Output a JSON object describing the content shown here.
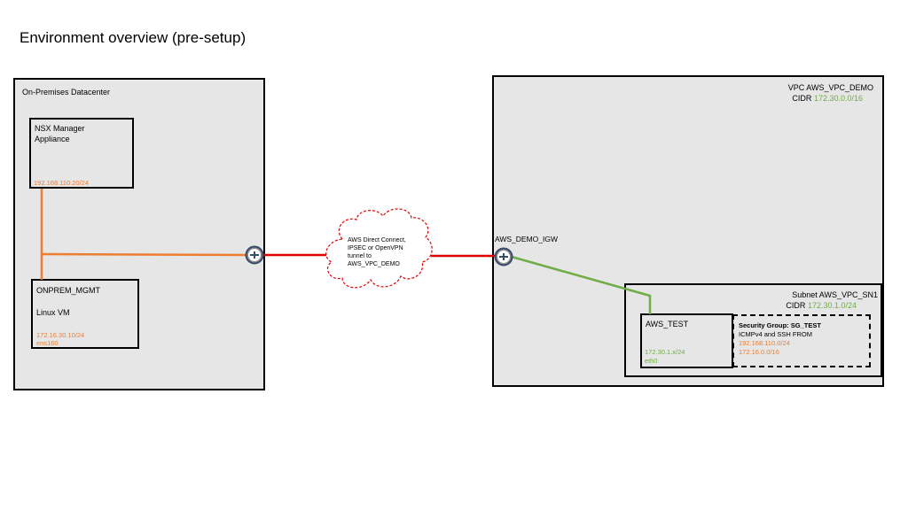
{
  "page": {
    "title": "Environment overview (pre-setup)"
  },
  "onprem": {
    "title": "On-Premises Datacenter",
    "nsx": {
      "name_line1": "NSX Manager",
      "name_line2": "Appliance",
      "ip": "192.168.110.20/24"
    },
    "mgmt": {
      "name": "ONPREM_MGMT",
      "desc": "Linux VM",
      "ip": "172.16.30.10/24",
      "iface": "ens160"
    }
  },
  "cloud": {
    "line1": "AWS Direct Connect,",
    "line2": "IPSEC or OpenVPN",
    "line3": "tunnel to",
    "line4": "AWS_VPC_DEMO"
  },
  "vpc": {
    "title": "VPC AWS_VPC_DEMO",
    "cidr_label": "CIDR",
    "cidr": "172.30.0.0/16",
    "igw": "AWS_DEMO_IGW",
    "subnet": {
      "title": "Subnet AWS_VPC_SN1",
      "cidr_label": "CIDR",
      "cidr": "172.30.1.0/24"
    },
    "instance": {
      "name": "AWS_TEST",
      "ip": "172.30.1.x/24",
      "iface": "eth0"
    },
    "sg": {
      "title": "Security Group: SG_TEST",
      "rule": "ICMPv4 and SSH FROM",
      "src1": "192.168.110.0/24",
      "src2": "172.16.0.0/16"
    }
  },
  "colors": {
    "wire_onprem": "#ed7d31",
    "wire_tunnel": "#e00000",
    "wire_vpc": "#70ad47",
    "box_fill": "#e6e6e6"
  },
  "icons": {
    "router": "router-icon",
    "cloud": "cloud-shape"
  }
}
